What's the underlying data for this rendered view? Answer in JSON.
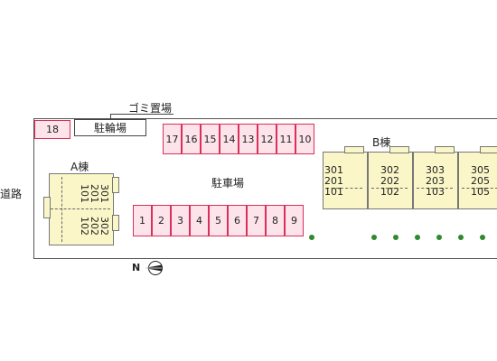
{
  "road_label": "道路",
  "garbage_label": "ゴミ置場",
  "bike_label": "駐輪場",
  "parking_label": "駐車場",
  "building_a": {
    "label": "A棟",
    "cols": [
      [
        "301",
        "302"
      ],
      [
        "201",
        "202"
      ],
      [
        "101",
        "102"
      ]
    ]
  },
  "building_b": {
    "label": "B棟",
    "units": [
      [
        "301",
        "201",
        "101"
      ],
      [
        "302",
        "202",
        "102"
      ],
      [
        "303",
        "203",
        "103"
      ],
      [
        "305",
        "205",
        "105"
      ]
    ]
  },
  "spot_18": "18",
  "top_row": [
    "17",
    "16",
    "15",
    "14",
    "13",
    "12",
    "11",
    "10"
  ],
  "bottom_row": [
    "1",
    "2",
    "3",
    "4",
    "5",
    "6",
    "7",
    "8",
    "9"
  ],
  "compass_letter": "N",
  "colors": {
    "parking_border": "#d8305a",
    "parking_fill": "#fde4ea",
    "building_fill": "#fbf6c8",
    "tree": "#2e8a2e"
  }
}
